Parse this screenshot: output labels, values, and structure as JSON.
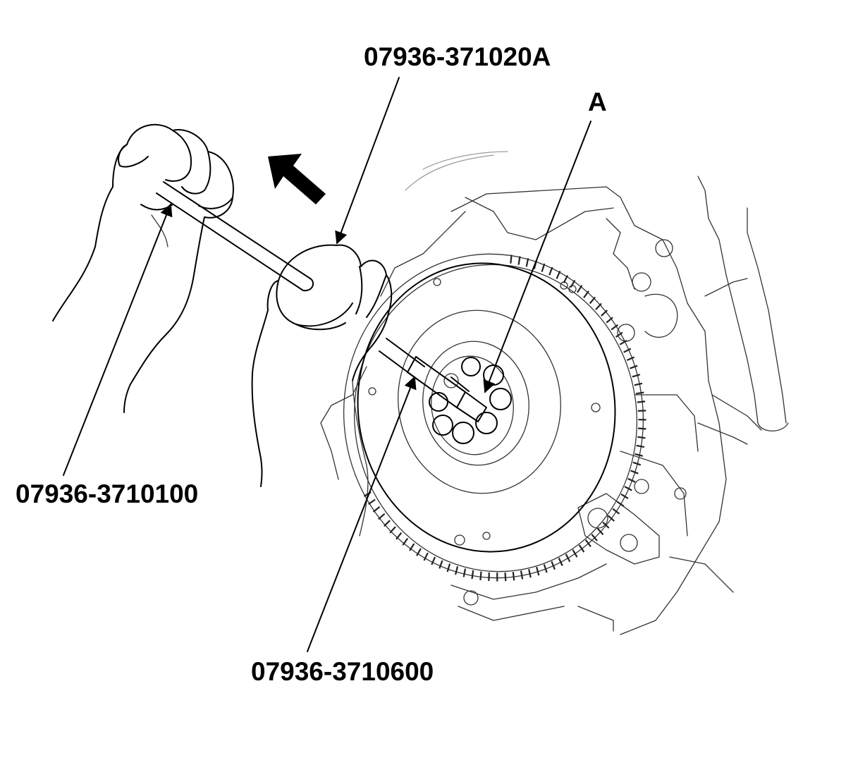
{
  "labels": {
    "top": "07936-371020A",
    "a": "A",
    "left": "07936-3710100",
    "bottom": "07936-3710600"
  },
  "colors": {
    "line": "#000000",
    "background": "#ffffff"
  }
}
